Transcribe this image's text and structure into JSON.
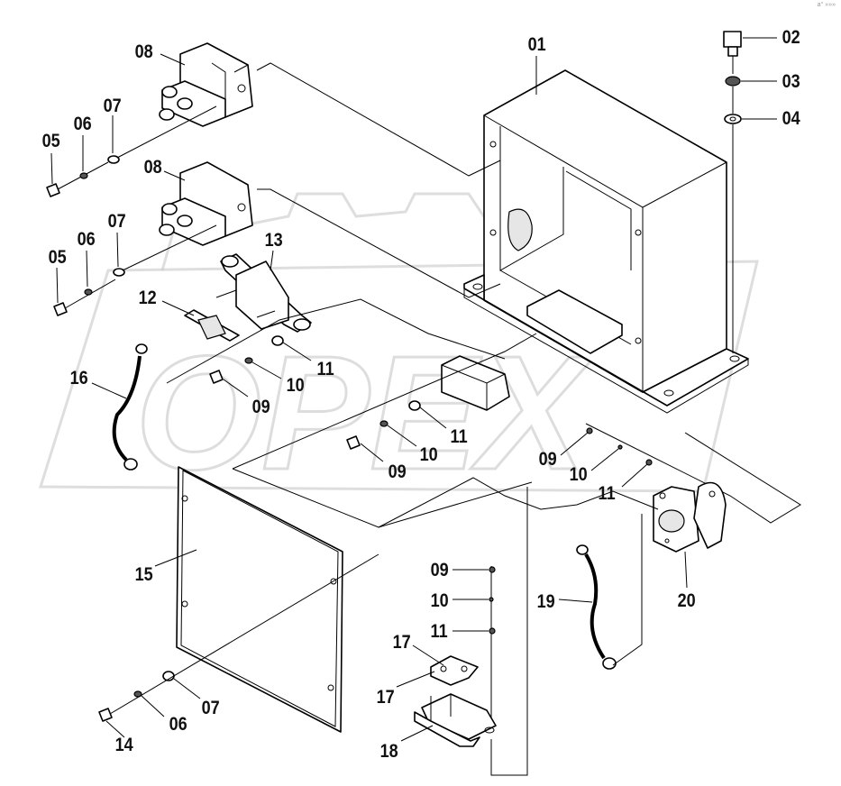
{
  "watermark": {
    "text": "OPEX"
  },
  "corner_mark": "a° »»»",
  "labels": {
    "l01": "01",
    "l02": "02",
    "l03": "03",
    "l04": "04",
    "l05a": "05",
    "l06a": "06",
    "l07a": "07",
    "l08a": "08",
    "l05b": "05",
    "l06b": "06",
    "l07b": "07",
    "l08b": "08",
    "l13": "13",
    "l12": "12",
    "l16": "16",
    "l11a": "11",
    "l10a": "10",
    "l09a": "09",
    "l11b": "11",
    "l10b": "10",
    "l09b": "09",
    "l09c": "09",
    "l10c": "10",
    "l11c": "11",
    "l15": "15",
    "l07c": "07",
    "l06c": "06",
    "l14": "14",
    "l09d": "09",
    "l10d": "10",
    "l11d": "11",
    "l17a": "17",
    "l17b": "17",
    "l18": "18",
    "l19": "19",
    "l20": "20"
  }
}
